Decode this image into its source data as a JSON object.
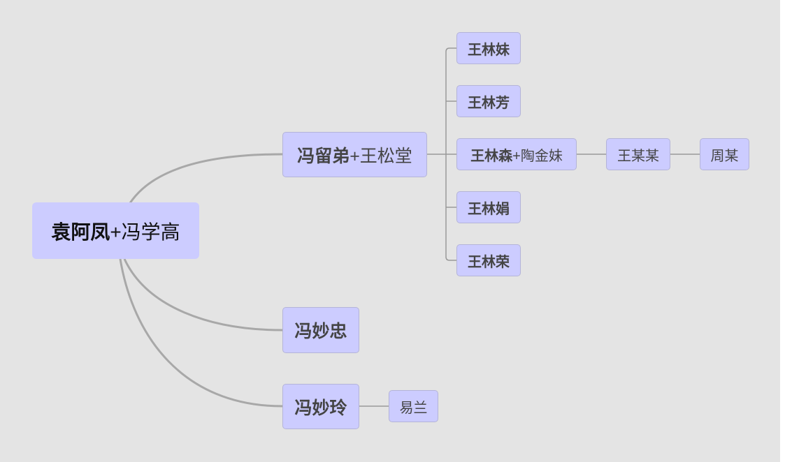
{
  "root": {
    "bold": "袁阿凤",
    "normal": "+冯学高"
  },
  "branches": [
    {
      "bold": "冯留弟",
      "normal": "+王松堂",
      "children": [
        {
          "bold": "王林妹",
          "normal": ""
        },
        {
          "bold": "王林芳",
          "normal": ""
        },
        {
          "bold": "王林森",
          "normal": "+陶金妹",
          "child": {
            "label": "王某某",
            "child": {
              "label": "周某"
            }
          }
        },
        {
          "bold": "王林娟",
          "normal": ""
        },
        {
          "bold": "王林荣",
          "normal": ""
        }
      ]
    },
    {
      "bold": "冯妙忠",
      "normal": ""
    },
    {
      "bold": "冯妙玲",
      "normal": "",
      "child": {
        "label": "易兰"
      }
    }
  ],
  "colors": {
    "background": "#e4e4e4",
    "node": "#ccccff",
    "line": "#a8a8a8"
  }
}
